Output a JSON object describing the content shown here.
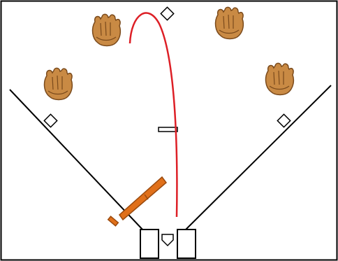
{
  "diagram": {
    "subject": "baseball-field",
    "colors": {
      "background": "#ffffff",
      "border": "#000000",
      "foul_lines": "#000000",
      "ball_path": "#dd1f26",
      "bat": "#e0701a",
      "bat_outline": "#9a4a0e",
      "glove": "#c98a44",
      "glove_outline": "#7a4a1c",
      "base_fill": "#ffffff",
      "base_outline": "#000000"
    },
    "fielders": [
      {
        "icon": "glove-icon",
        "position": "left-field"
      },
      {
        "icon": "glove-icon",
        "position": "left-center-field"
      },
      {
        "icon": "glove-icon",
        "position": "right-center-field"
      },
      {
        "icon": "glove-icon",
        "position": "right-field"
      }
    ],
    "bases": [
      "first-base",
      "second-base",
      "third-base",
      "home-plate"
    ],
    "batter_boxes": [
      "left-batter-box",
      "right-batter-box"
    ],
    "equipment": [
      "bat-icon",
      "pitcher-rubber"
    ]
  }
}
